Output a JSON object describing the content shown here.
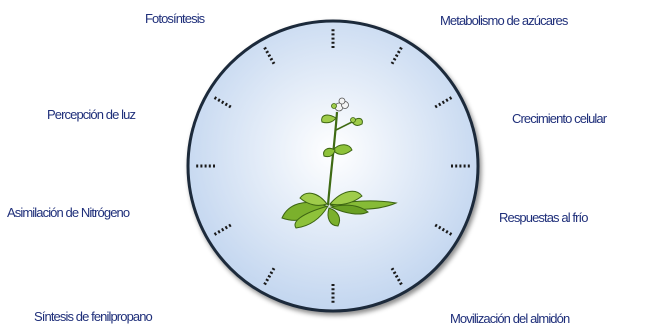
{
  "colors": {
    "label_text": "#1f2f7a",
    "clock_face_center": "#ffffff",
    "clock_face_edge": "#bdd2ee",
    "clock_rim": "#1e2a3a",
    "tick_marks": "#1a1a1a",
    "leaf_light": "#a8d04a",
    "leaf_dark": "#4e7d17",
    "flower": "#f4f4f4"
  },
  "labels": {
    "fotosintesis": "Fotosíntesis",
    "metabolismo": "Metabolismo de azúcares",
    "percepcion": "Percepción de luz",
    "crecimiento": "Crecimiento celular",
    "asimilacion": "Asimilación de Nitrógeno",
    "respuestas": "Respuestas al frío",
    "sintesis": "Síntesis de fenilpropano",
    "movilizacion": "Movilización del almidón"
  },
  "icons": {
    "clock": "clock-face-icon",
    "plant": "arabidopsis-plant-icon"
  }
}
